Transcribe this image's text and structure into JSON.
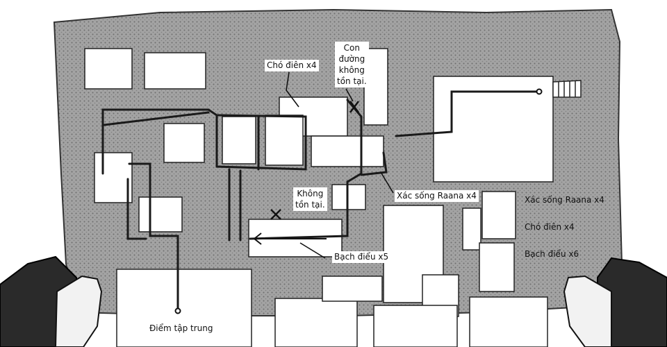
{
  "labels": {
    "mad_dog_x4_top": "Chó điên x4",
    "road_not_exist": [
      "Con",
      "đường",
      "không",
      "tồn tại."
    ],
    "not_exist": [
      "Không",
      "tồn tại."
    ],
    "zombie_raana_x4_center": "Xác sống Raana x4",
    "legend_zombie_raana_x4": "Xác sống Raana x4",
    "legend_mad_dog_x4": "Chó điên x4",
    "legend_white_crane_x6": "Bạch điểu x6",
    "white_crane_x5": "Bạch điểu x5",
    "meeting_point": "Điểm tập trung"
  },
  "colors": {
    "paper": "#9a9a9a",
    "room": "#ffffff",
    "ink": "#111111",
    "glove": "#2a2a2a",
    "hand": "#f2f2f2"
  }
}
